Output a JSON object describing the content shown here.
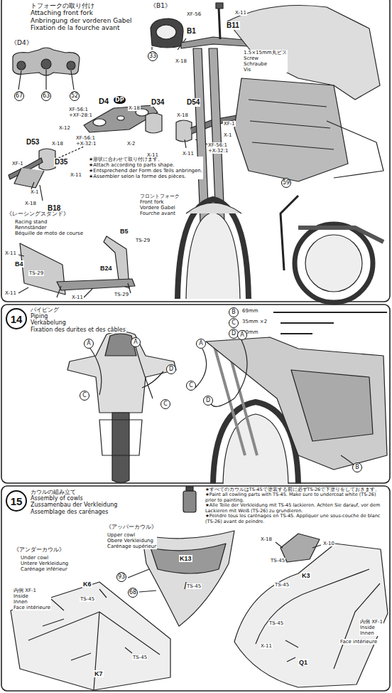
{
  "diagram": {
    "nodes": [
      {
        "text": [
          "14"
        ]
      },
      {
        "text": [
          "15"
        ]
      }
    ],
    "labels": [
      "トフォークの取り付け",
      "Attaching front fork",
      "Anbringung der vorderen Gabel",
      "Fixation de la fourche avant",
      "《D4》",
      "67",
      "63",
      "52",
      "D4",
      "DP",
      "XF-56:1",
      "+XF-28:1",
      "X-18",
      "X-12",
      "D34",
      "D54",
      "X-18",
      "XF-1",
      "X-1",
      "XF-56:1",
      "+X-32:1",
      "X-2",
      "X-11",
      "X-11",
      "D53",
      "X-18",
      "D35",
      "XF-1",
      "X-1",
      "X-18",
      "B18",
      "XF-56:1",
      "+X-32:1",
      "X-11",
      "★形状に合わせて取り付けます。",
      "★Attach according to parts shape.",
      "★Entsprechend der Form des Teils anbringen.",
      "★Assembler selon la forme des pièces.",
      "《B1》",
      "XF-56",
      "33",
      "B1",
      "B11",
      "X-11",
      "X-18",
      "1.5×15mm丸ビス",
      "Screw",
      "Schraube",
      "Vis",
      "フロントフォーク",
      "Front fork",
      "Vordere Gabel",
      "Fourche avant",
      "59",
      "《レーシングスタンド》",
      "Racing stand",
      "Rennständer",
      "Béquille de moto de course",
      "B5",
      "TS-29",
      "B4",
      "TS-29",
      "X-11",
      "X-11",
      "B24",
      "TS-29",
      "X-11",
      "パイピング",
      "Piping",
      "Verkabelung",
      "Fixation des durites et des câbles",
      "B",
      "69mm",
      "C",
      "35mm ×2",
      "D",
      "20mm",
      "A",
      "A",
      "D",
      "C",
      "C",
      "A",
      "A",
      "C",
      "D",
      "B",
      "カウルの組み立て",
      "Assembly of cowls",
      "Zussamenbau der Verkleidung",
      "Assemblage des carénages",
      "★すべてのカウルはTS-45で塗装する前に必ずTS-26で下塗りをしておきます。",
      "★Paint all cowling parts with TS-45. Make sure to undercoat white (TS-26) prior to painting.",
      "★Alle Teile der Verkleidung mit TS-45 lackieren. Achten Sie darauf, vor dem Lackieren mit Weiß (TS-26) zu grundieren.",
      "★Peindre tous les carénages en TS-45. Appliquer une sous-couche de blanc (TS-26) avant de peindre.",
      "《アッパーカウル》",
      "Upper cowl",
      "Obere Verkleidung",
      "Carénage supérieur",
      "《アンダーカウル》",
      "Under cowl",
      "Untere Verkleidung",
      "Carénage inférieur",
      "内側 XF-1",
      "Inside",
      "Innen",
      "Face intérieure",
      "K6",
      "TS-45",
      "TS-45",
      "K7",
      "K13",
      "TS-45",
      "93",
      "68",
      "X-18",
      "X-10",
      "TS-45",
      "K3",
      "TS-45",
      "TS-45",
      "X-11",
      "Q1",
      "内側 XF-1",
      "Inside",
      "Innen",
      "Face intérieure"
    ]
  }
}
